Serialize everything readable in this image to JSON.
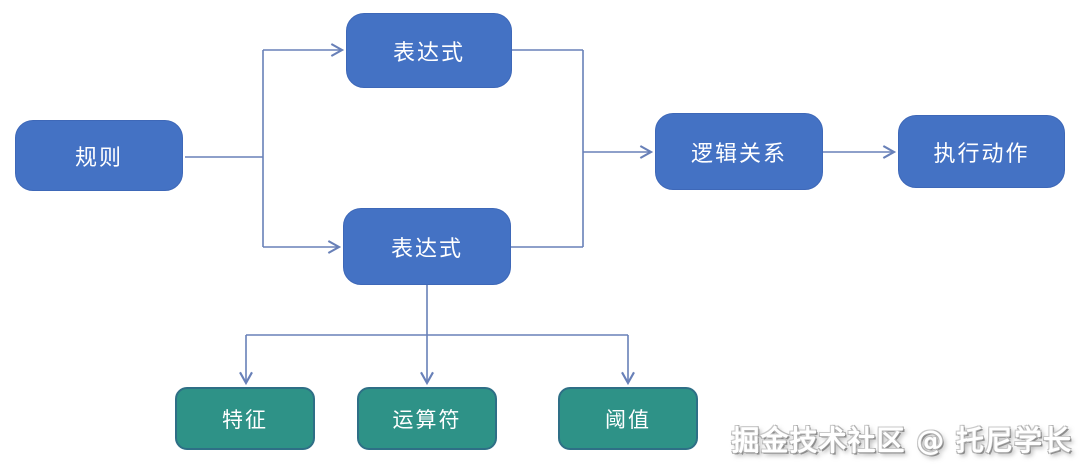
{
  "diagram": {
    "nodes": {
      "rule": {
        "label": "规则",
        "type": "primary"
      },
      "expression_top": {
        "label": "表达式",
        "type": "primary"
      },
      "expression_bottom": {
        "label": "表达式",
        "type": "primary"
      },
      "logic_relation": {
        "label": "逻辑关系",
        "type": "primary"
      },
      "execute_action": {
        "label": "执行动作",
        "type": "primary"
      },
      "feature": {
        "label": "特征",
        "type": "secondary"
      },
      "operator": {
        "label": "运算符",
        "type": "secondary"
      },
      "threshold": {
        "label": "阈值",
        "type": "secondary"
      }
    },
    "edges": [
      {
        "from": "rule",
        "to": "expression_top"
      },
      {
        "from": "rule",
        "to": "expression_bottom"
      },
      {
        "from": "expression_top",
        "to": "logic_relation"
      },
      {
        "from": "expression_bottom",
        "to": "logic_relation"
      },
      {
        "from": "logic_relation",
        "to": "execute_action"
      },
      {
        "from": "expression_bottom",
        "to": "feature"
      },
      {
        "from": "expression_bottom",
        "to": "operator"
      },
      {
        "from": "expression_bottom",
        "to": "threshold"
      }
    ]
  },
  "watermark": {
    "text": "掘金技术社区 @ 托尼学长"
  },
  "colors": {
    "node_primary": "#4472C4",
    "node_primary_border": "#3E68B8",
    "node_secondary": "#2E9287",
    "node_secondary_border": "#2E6F86",
    "connector": "#6880B8",
    "node_text": "#FFFFFF",
    "background": "#FFFFFF"
  }
}
